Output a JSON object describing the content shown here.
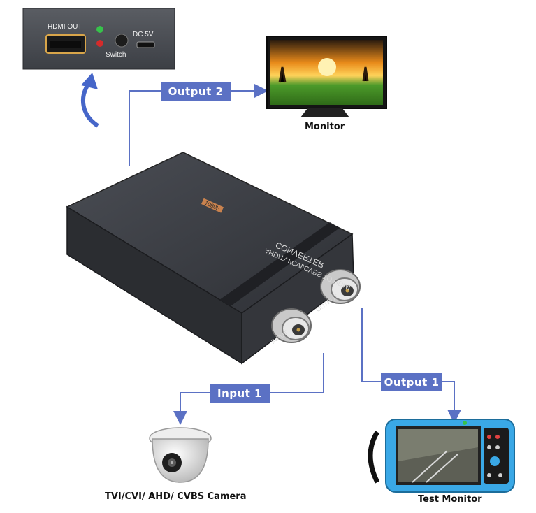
{
  "panel": {
    "hdmi_label": "HDMI OUT",
    "switch_label": "Switch",
    "dc_label": "DC 5V"
  },
  "device": {
    "model_text": "AHD/TVI/CVI/CVBS TO HDMI",
    "converter_text": "CONVERTER",
    "badge_text": "1080P",
    "input_port_label": "INPUT",
    "output_port_label": "OUTPUT"
  },
  "flow": {
    "output2_label": "Output 2",
    "output1_label": "Output 1",
    "input1_label": "Input 1"
  },
  "captions": {
    "monitor": "Monitor",
    "camera": "TVI/CVI/ AHD/ CVBS Camera",
    "test_monitor": "Test Monitor"
  },
  "colors": {
    "tag": "#5b71c4",
    "line": "#5b71c4",
    "device": "#3b3d43",
    "led_green": "#37c24b",
    "led_red": "#d42b2b",
    "test_monitor_frame": "#3aa8e6"
  }
}
